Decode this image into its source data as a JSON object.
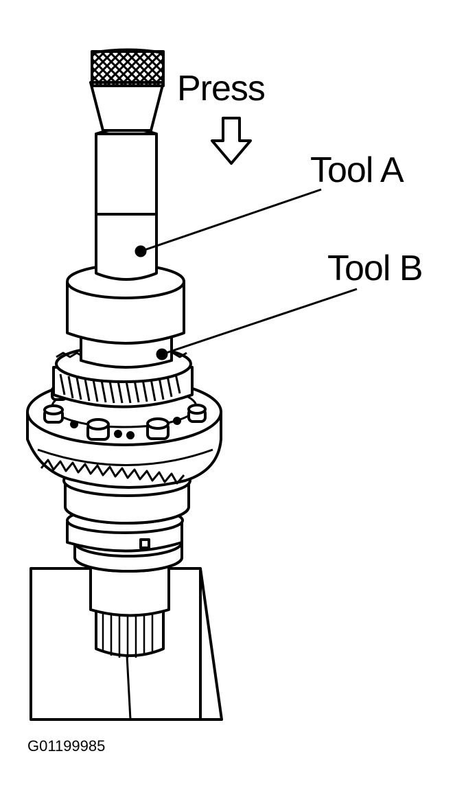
{
  "labels": {
    "press": "Press",
    "tool_a": "Tool A",
    "tool_b": "Tool B"
  },
  "figure_id": "G01199985",
  "colors": {
    "ink": "#000000",
    "paper": "#ffffff"
  }
}
